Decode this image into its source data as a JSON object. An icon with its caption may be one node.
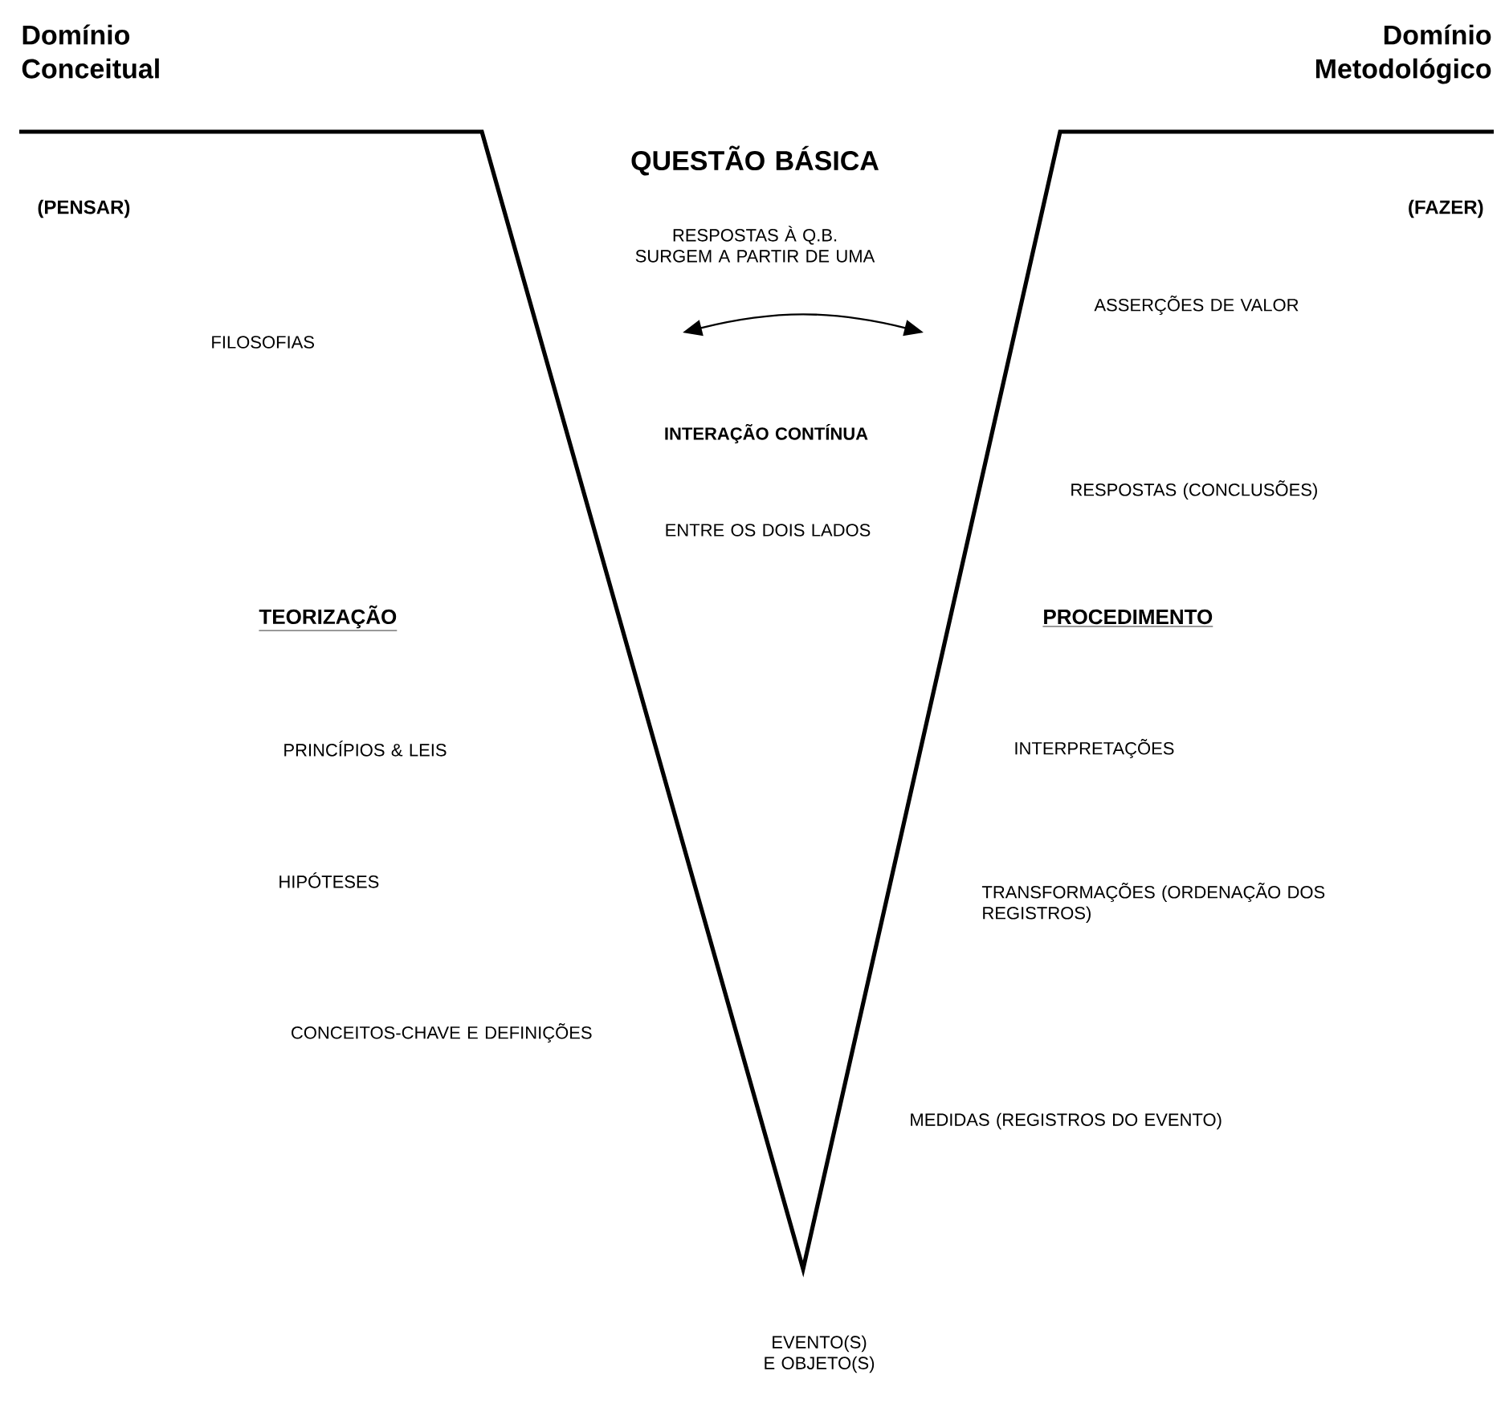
{
  "diagram": {
    "labels": [
      "Domínio Conceitual",
      "Domínio Metodológico",
      "QUESTÃO BÁSICA",
      "(PENSAR)",
      "RESPOSTAS À Q.B. SURGEM A PARTIR DE UMA",
      "(FAZER)",
      "ASSERÇÕES DE VALOR",
      "FILOSOFIAS",
      "INTERAÇÃO CONTÍNUA",
      "RESPOSTAS (CONCLUSÕES)",
      "ENTRE OS DOIS LADOS",
      "TEORIZAÇÃO",
      "PROCEDIMENTO",
      "PRINCÍPIOS & LEIS",
      "INTERPRETAÇÕES",
      "HIPÓTESES",
      "TRANSFORMAÇÕES (ORDENAÇÃO DOS REGISTROS)",
      "CONCEITOS-CHAVE E DEFINIÇÕES",
      "MEDIDAS (REGISTROS DO EVENTO)",
      "EVENTO(S) E OBJETO(S)"
    ]
  }
}
